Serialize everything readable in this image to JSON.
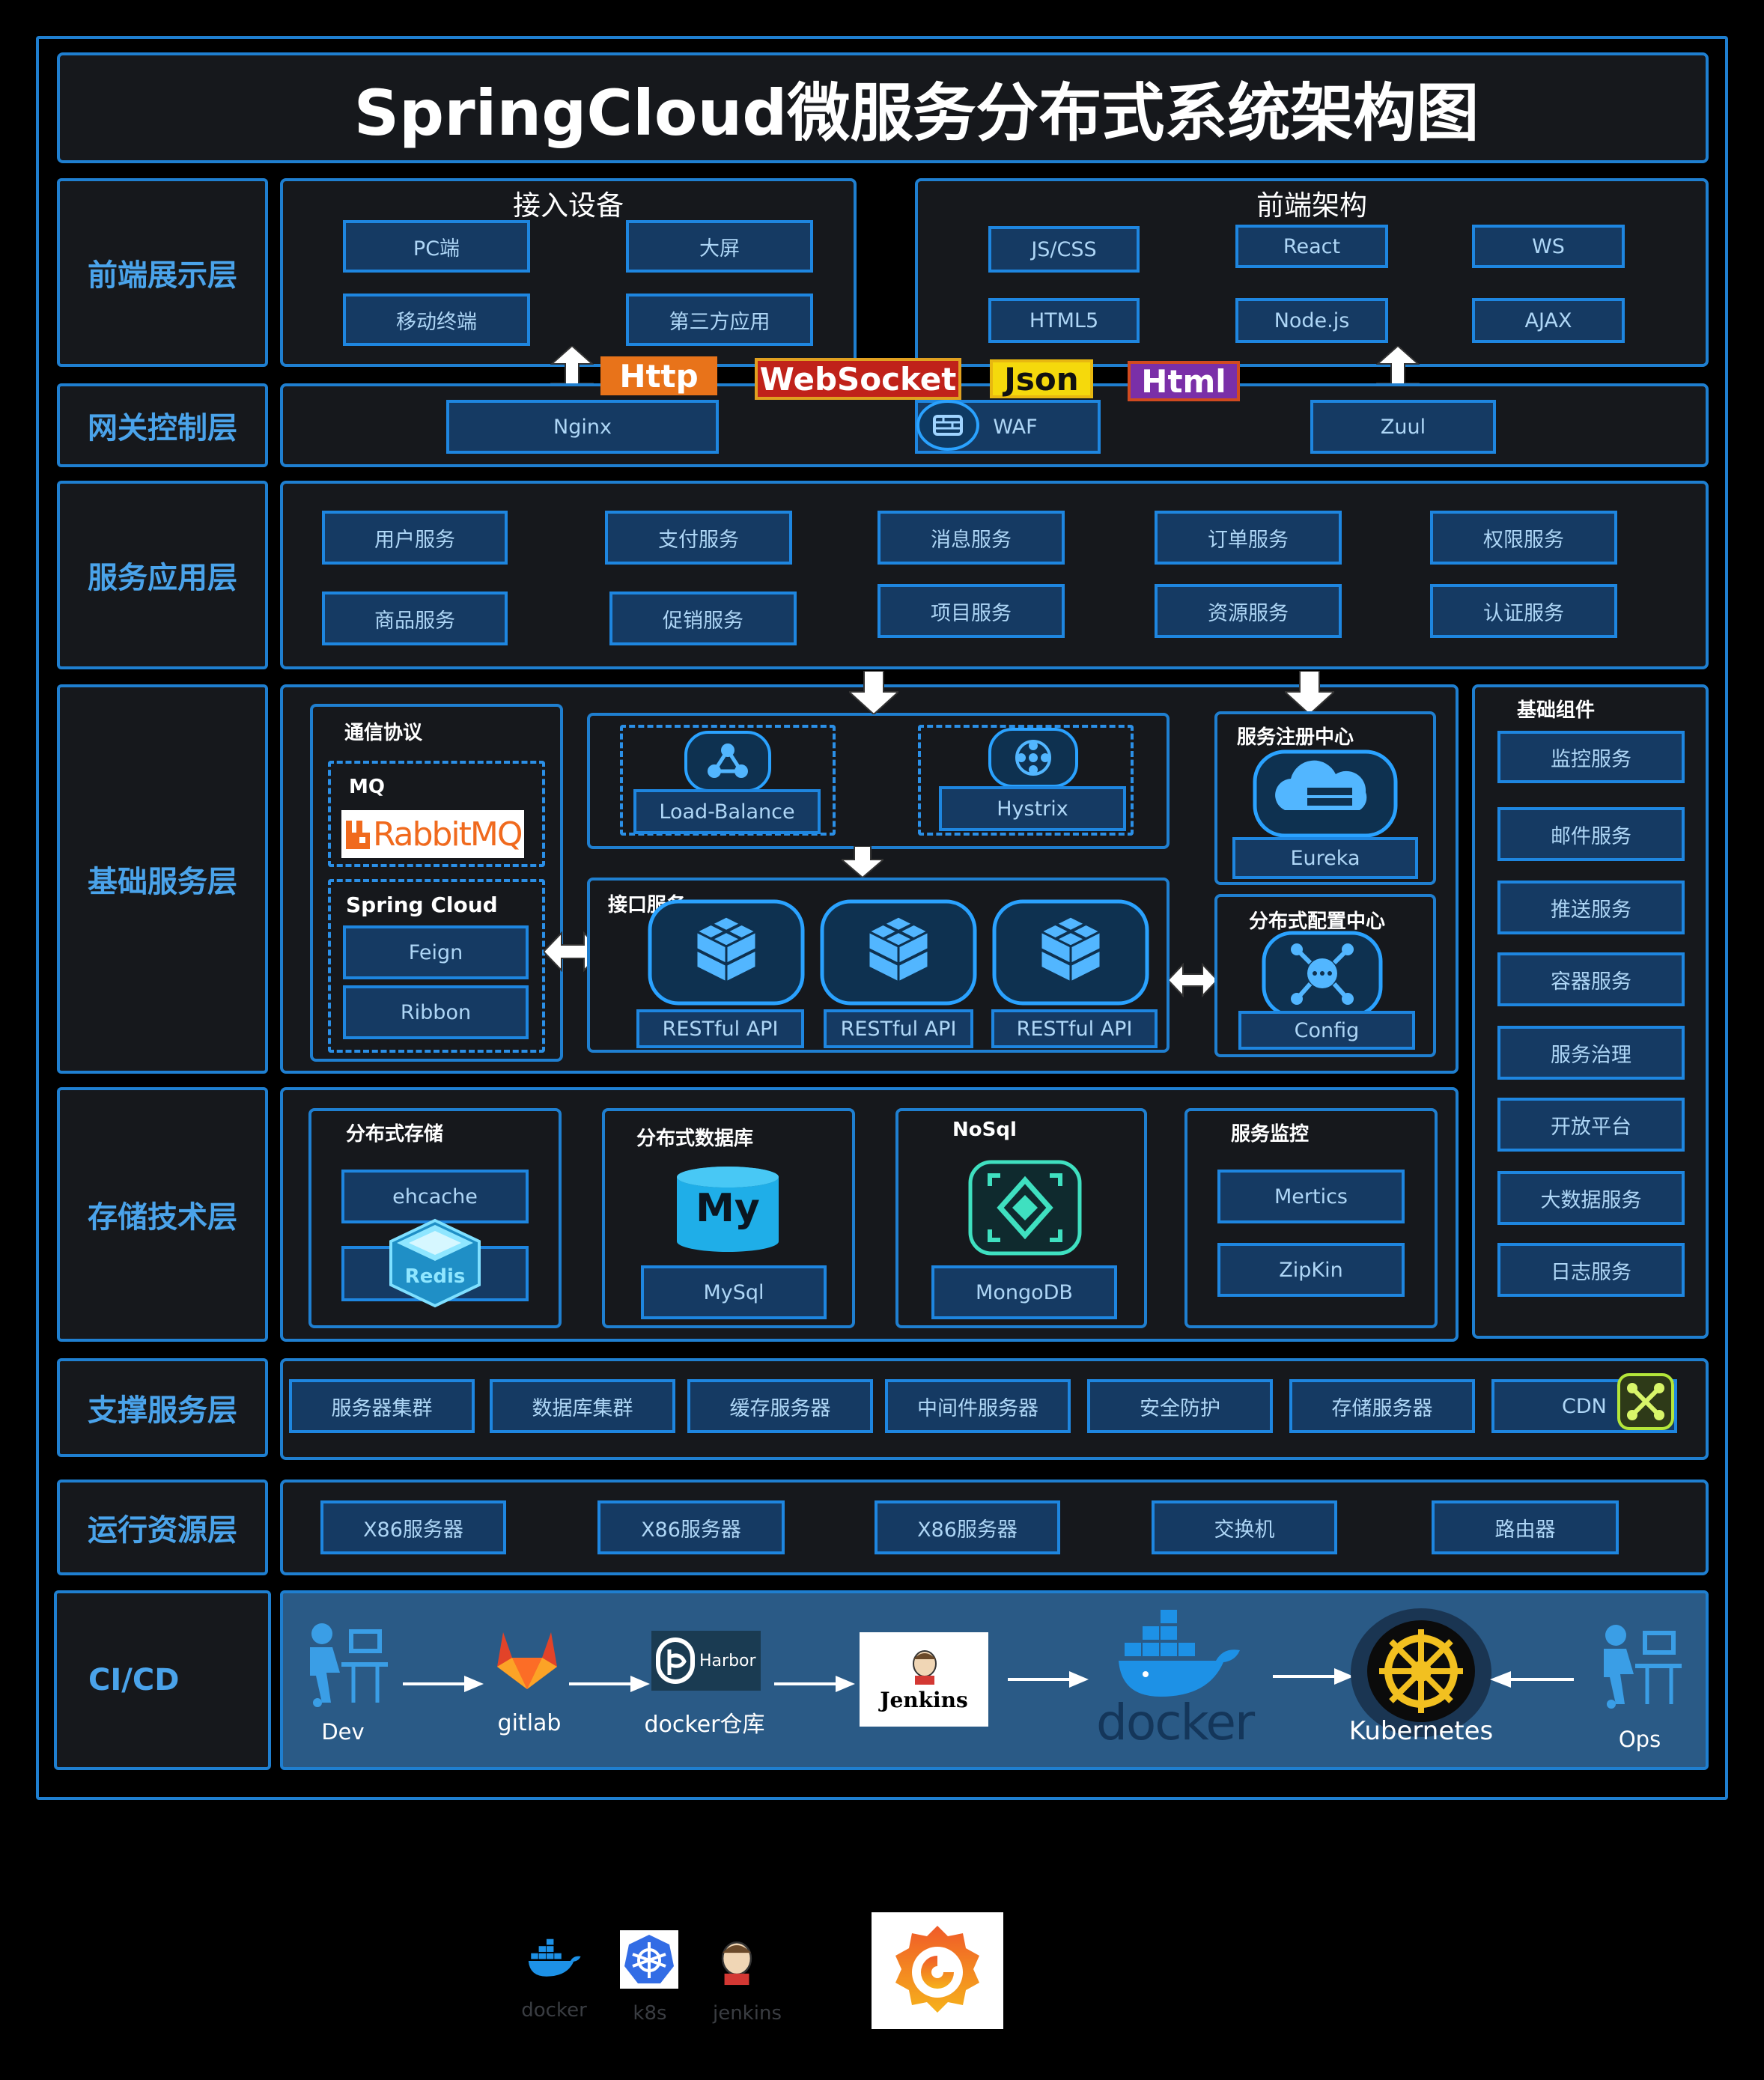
{
  "title": "SpringCloud微服务分布式系统架构图",
  "layers": {
    "frontend": "前端展示层",
    "gateway": "网关控制层",
    "service": "服务应用层",
    "base": "基础服务层",
    "storage": "存储技术层",
    "support": "支撑服务层",
    "runtime": "运行资源层",
    "cicd": "CI/CD"
  },
  "frontend": {
    "devices_title": "接入设备",
    "devices": [
      "PC端",
      "大屏",
      "移动终端",
      "第三方应用"
    ],
    "arch_title": "前端架构",
    "arch": [
      "JS/CSS",
      "React",
      "WS",
      "HTML5",
      "Node.js",
      "AJAX"
    ]
  },
  "protocols": {
    "http": "Http",
    "websocket": "WebSocket",
    "json": "Json",
    "html": "Html",
    "colors": {
      "http": "#e8731a",
      "websocket": "#c0221a",
      "json": "#f5d90c",
      "html": "#7a2fa8"
    }
  },
  "gateway": {
    "nginx": "Nginx",
    "waf": "WAF",
    "zuul": "Zuul"
  },
  "services": [
    "用户服务",
    "支付服务",
    "消息服务",
    "订单服务",
    "权限服务",
    "商品服务",
    "促销服务",
    "项目服务",
    "资源服务",
    "认证服务"
  ],
  "base": {
    "comm_title": "通信协议",
    "mq_title": "MQ",
    "rabbitmq_logo": "RabbitMQ",
    "sc_title": "Spring Cloud",
    "feign": "Feign",
    "ribbon": "Ribbon",
    "load_balance": "Load-Balance",
    "hystrix": "Hystrix",
    "api_title": "接口服务",
    "restful": [
      "RESTful API",
      "RESTful API",
      "RESTful API"
    ],
    "registry_title": "服务注册中心",
    "eureka": "Eureka",
    "config_title": "分布式配置中心",
    "config": "Config"
  },
  "components": {
    "title": "基础组件",
    "items": [
      "监控服务",
      "邮件服务",
      "推送服务",
      "容器服务",
      "服务治理",
      "开放平台",
      "大数据服务",
      "日志服务"
    ]
  },
  "storage": {
    "dist_storage_title": "分布式存储",
    "ehcache": "ehcache",
    "redis_logo": "Redis",
    "dist_db_title": "分布式数据库",
    "mysql_logo": "My",
    "mysql": "MySql",
    "nosql_title": "NoSql",
    "mongodb": "MongoDB",
    "monitor_title": "服务监控",
    "metrics": "Mertics",
    "zipkin": "ZipKin"
  },
  "support": [
    "服务器集群",
    "数据库集群",
    "缓存服务器",
    "中间件服务器",
    "安全防护",
    "存储服务器",
    "CDN"
  ],
  "runtime": [
    "X86服务器",
    "X86服务器",
    "X86服务器",
    "交换机",
    "路由器"
  ],
  "cicd": {
    "dev": "Dev",
    "gitlab": "gitlab",
    "harbor_logo": "Harbor",
    "docker_repo": "docker仓库",
    "jenkins_logo": "Jenkins",
    "docker_logo": "docker",
    "kubernetes": "Kubernetes",
    "ops": "Ops"
  },
  "legend": [
    "docker",
    "k8s",
    "jenkins"
  ],
  "icons": [
    "firewall-icon",
    "cluster-icon",
    "hystrix-icon",
    "cloud-server-icon",
    "cube-stack-icon",
    "config-icon",
    "redis-icon",
    "mysql-icon",
    "mongodb-icon",
    "cdn-icon",
    "developer-icon",
    "gitlab-icon",
    "harbor-icon",
    "jenkins-icon",
    "docker-icon",
    "kubernetes-icon",
    "grafana-icon"
  ]
}
